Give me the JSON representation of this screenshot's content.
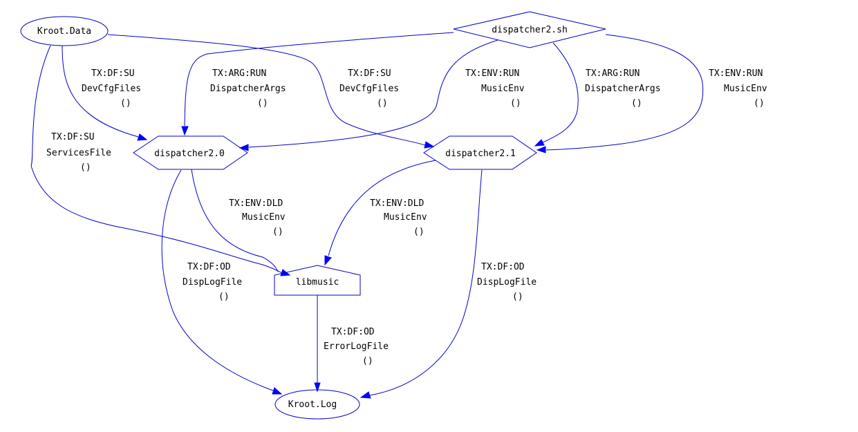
{
  "diagram": {
    "nodes": [
      {
        "id": "kroot_data",
        "label": "Kroot.Data",
        "shape": "ellipse"
      },
      {
        "id": "dispatcher2_sh",
        "label": "dispatcher2.sh",
        "shape": "diamond"
      },
      {
        "id": "dispatcher2_0",
        "label": "dispatcher2.0",
        "shape": "hexagon"
      },
      {
        "id": "dispatcher2_1",
        "label": "dispatcher2.1",
        "shape": "hexagon"
      },
      {
        "id": "libmusic",
        "label": "libmusic",
        "shape": "house"
      },
      {
        "id": "kroot_log",
        "label": "Kroot.Log",
        "shape": "ellipse"
      }
    ],
    "edges": [
      {
        "id": "e1",
        "from": "kroot_data",
        "to": "dispatcher2_0",
        "label": [
          "TX:DF:SU",
          "DevCfgFiles",
          "()"
        ]
      },
      {
        "id": "e2",
        "from": "dispatcher2_sh",
        "to": "dispatcher2_0",
        "label": [
          "TX:ARG:RUN",
          "DispatcherArgs",
          "()"
        ]
      },
      {
        "id": "e3",
        "from": "kroot_data",
        "to": "dispatcher2_1",
        "label": [
          "TX:DF:SU",
          "DevCfgFiles",
          "()"
        ]
      },
      {
        "id": "e4",
        "from": "dispatcher2_sh",
        "to": "dispatcher2_0",
        "label": [
          "TX:ENV:RUN",
          "MusicEnv",
          "()"
        ]
      },
      {
        "id": "e5",
        "from": "dispatcher2_sh",
        "to": "dispatcher2_1",
        "label": [
          "TX:ARG:RUN",
          "DispatcherArgs",
          "()"
        ]
      },
      {
        "id": "e6",
        "from": "dispatcher2_sh",
        "to": "dispatcher2_1",
        "label": [
          "TX:ENV:RUN",
          "MusicEnv",
          "()"
        ]
      },
      {
        "id": "e7",
        "from": "kroot_data",
        "to": "libmusic",
        "label": [
          "TX:DF:SU",
          "ServicesFile",
          "()"
        ]
      },
      {
        "id": "e8",
        "from": "dispatcher2_0",
        "to": "libmusic",
        "label": [
          "TX:ENV:DLD",
          "MusicEnv",
          "()"
        ]
      },
      {
        "id": "e9",
        "from": "dispatcher2_1",
        "to": "libmusic",
        "label": [
          "TX:ENV:DLD",
          "MusicEnv",
          "()"
        ]
      },
      {
        "id": "e10",
        "from": "dispatcher2_0",
        "to": "kroot_log",
        "label": [
          "TX:DF:OD",
          "DispLogFile",
          "()"
        ]
      },
      {
        "id": "e11",
        "from": "dispatcher2_1",
        "to": "kroot_log",
        "label": [
          "TX:DF:OD",
          "DispLogFile",
          "()"
        ]
      },
      {
        "id": "e12",
        "from": "libmusic",
        "to": "kroot_log",
        "label": [
          "TX:DF:OD",
          "ErrorLogFile",
          "()"
        ]
      }
    ],
    "colors": {
      "edge": "#0000cc",
      "arrow": "#0000ff",
      "text": "#000000",
      "background": "#ffffff"
    }
  }
}
